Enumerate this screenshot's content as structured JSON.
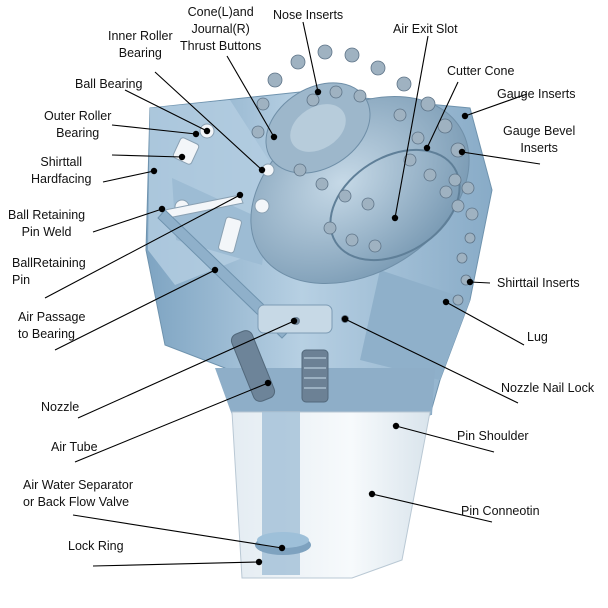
{
  "diagram": {
    "labels": {
      "cone_journal": [
        "Cone(L)and",
        "Journal(R)",
        "Thrust Buttons"
      ],
      "nose_inserts": "Nose Inserts",
      "air_exit_slot": "Air Exit Slot",
      "inner_roller": [
        "Inner Roller",
        "Bearing"
      ],
      "cutter_cone": "Cutter Cone",
      "gauge_inserts": "Gauge Inserts",
      "ball_bearing": "Ball Bearing",
      "outer_roller": [
        "Outer Roller",
        "Bearing"
      ],
      "gauge_bevel": [
        "Gauge Bevel",
        "Inserts"
      ],
      "shirttall": [
        "Shirttall",
        "Hardfacing"
      ],
      "ball_weld": [
        "Ball Retaining",
        "Pin Weld"
      ],
      "ball_pin": [
        "BallRetaining",
        "Pin"
      ],
      "shirttail_inserts": "Shirttail Inserts",
      "air_passage": [
        "Air Passage",
        "to Bearing"
      ],
      "lug": "Lug",
      "nozzle": "Nozzle",
      "nozzle_nail_lock": "Nozzle Nail Lock",
      "pin_shoulder": "Pin Shoulder",
      "air_tube": "Air Tube",
      "separator": [
        "Air Water Separator",
        "or Back Flow Valve"
      ],
      "pin_connection": "Pin Conneotin",
      "lock_ring": "Lock Ring"
    },
    "colors": {
      "body": "#a9c6dc",
      "body_dark": "#7fa3bf",
      "body_light": "#d3e3ee",
      "pin": "#eef3f7",
      "insert": "#9fb2c1",
      "line": "#000000"
    }
  }
}
